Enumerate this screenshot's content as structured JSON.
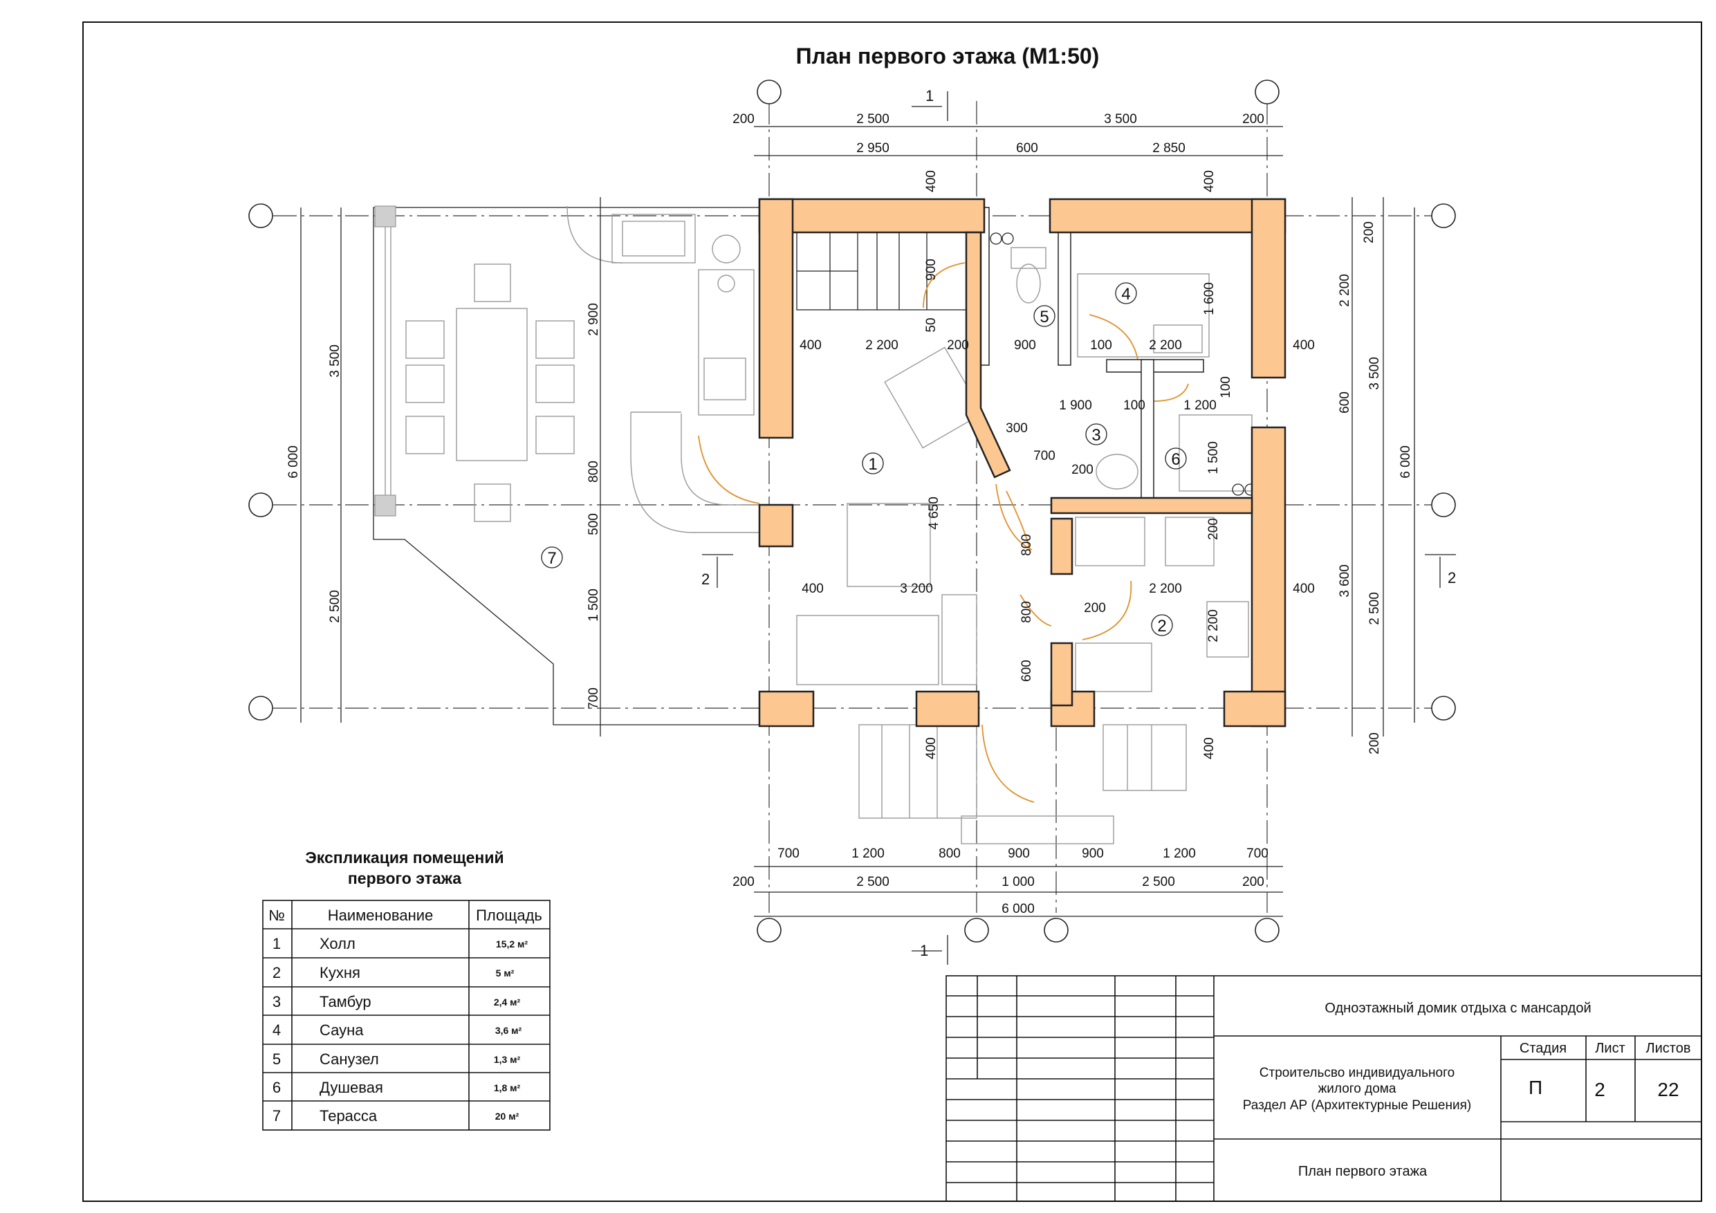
{
  "title": "План первого этажа (М1:50)",
  "room_numbers": [
    "1",
    "2",
    "3",
    "4",
    "5",
    "6",
    "7"
  ],
  "section_marks": {
    "one": "1",
    "two": "2"
  },
  "dimensions": {
    "top_outer": [
      "200",
      "2 500",
      "3 500",
      "200"
    ],
    "top_inner": [
      "2 950",
      "600",
      "2 850"
    ],
    "bottom_inner": [
      "700",
      "1 200",
      "800",
      "900",
      "900",
      "1 200",
      "700"
    ],
    "bottom_mid": [
      "200",
      "2 500",
      "1 000",
      "2 500",
      "200"
    ],
    "bottom_total": "6 000",
    "left_outer": [
      "3 500",
      "2 500"
    ],
    "left_total": "6 000",
    "left_inner": [
      "2 900",
      "800",
      "500",
      "1 500",
      "700"
    ],
    "right_inner": [
      "200",
      "2 200",
      "600",
      "3 600",
      "2 500",
      "200"
    ],
    "right_mid": "3 500",
    "right_total": "6 000",
    "interior": [
      "400",
      "400",
      "900",
      "50",
      "400",
      "2 200",
      "200",
      "900",
      "100",
      "2 200",
      "400",
      "100",
      "1 900",
      "100",
      "1 200",
      "300",
      "700",
      "200",
      "1 600",
      "1 500",
      "4 650",
      "200",
      "800",
      "400",
      "3 200",
      "2 200",
      "400",
      "800",
      "200",
      "2 200",
      "600",
      "400",
      "400"
    ]
  },
  "explication": {
    "title_line1": "Экспликация помещений",
    "title_line2": "первого этажа",
    "headers": [
      "№",
      "Наименование",
      "Площадь"
    ],
    "rows": [
      [
        "1",
        "Холл",
        "15,2 м²"
      ],
      [
        "2",
        "Кухня",
        "5 м²"
      ],
      [
        "3",
        "Тамбур",
        "2,4 м²"
      ],
      [
        "4",
        "Сауна",
        "3,6 м²"
      ],
      [
        "5",
        "Санузел",
        "1,3 м²"
      ],
      [
        "6",
        "Душевая",
        "1,8 м²"
      ],
      [
        "7",
        "Терасса",
        "20 м²"
      ]
    ]
  },
  "stamp": {
    "project": "Одноэтажный домик отдыха с мансардой",
    "desc_line1": "Строительсво индивидуального",
    "desc_line2": "жилого дома",
    "desc_line3": "Раздел АР (Архитектурные Решения)",
    "headers": [
      "Стадия",
      "Лист",
      "Листов"
    ],
    "values": [
      "П",
      "2",
      "22"
    ],
    "sheet_name": "План первого этажа"
  },
  "colors": {
    "wall": "#fcc791",
    "door": "#e0902a",
    "furniture": "#9a9a9a"
  }
}
